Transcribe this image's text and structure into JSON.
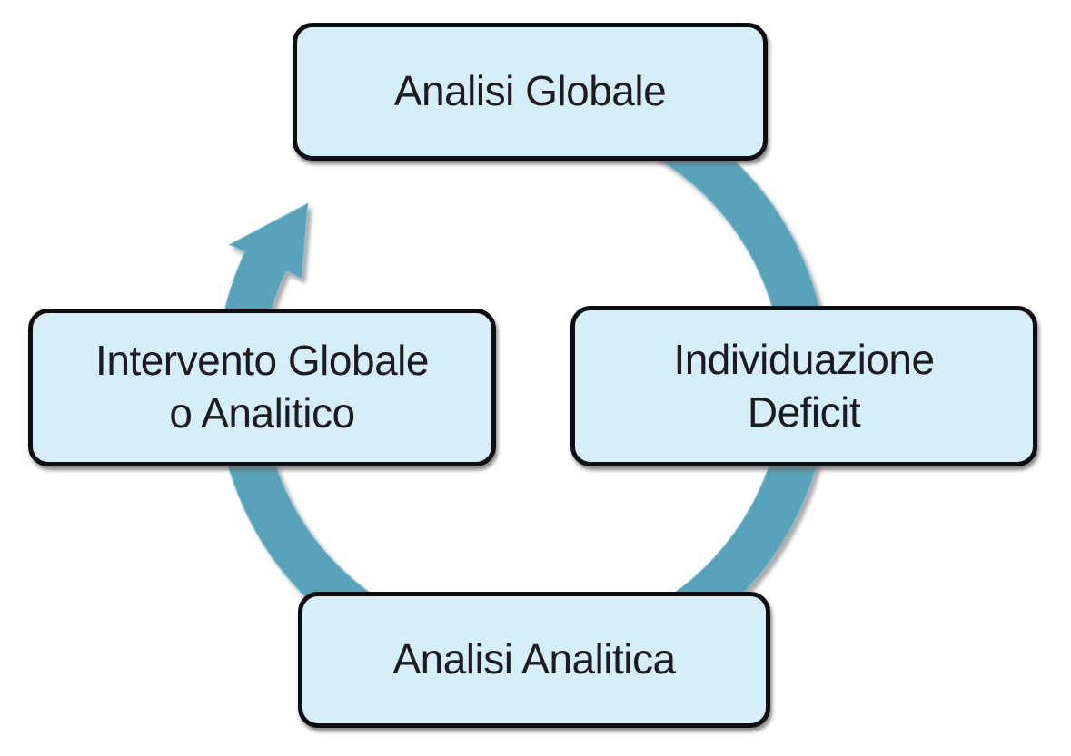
{
  "diagram": {
    "type": "cycle",
    "boxes": {
      "top": {
        "lines": [
          "Analisi Globale"
        ]
      },
      "right": {
        "lines": [
          "Individuazione",
          "Deficit"
        ]
      },
      "bottom": {
        "lines": [
          "Analisi Analitica"
        ]
      },
      "left": {
        "lines": [
          "Intervento Globale",
          "o Analitico"
        ]
      }
    },
    "arrow": {
      "direction": "clockwise",
      "description": "thick circular arrow passing behind all four boxes, arrowhead pointing up toward top box at upper-left"
    },
    "colors": {
      "background": "#ffffff",
      "box_fill": "#d6eef8",
      "box_border": "#0d0d12",
      "text": "#1b1b20",
      "arrow": "#58a3b9",
      "arrow_edge": "#8ec3d6"
    }
  }
}
